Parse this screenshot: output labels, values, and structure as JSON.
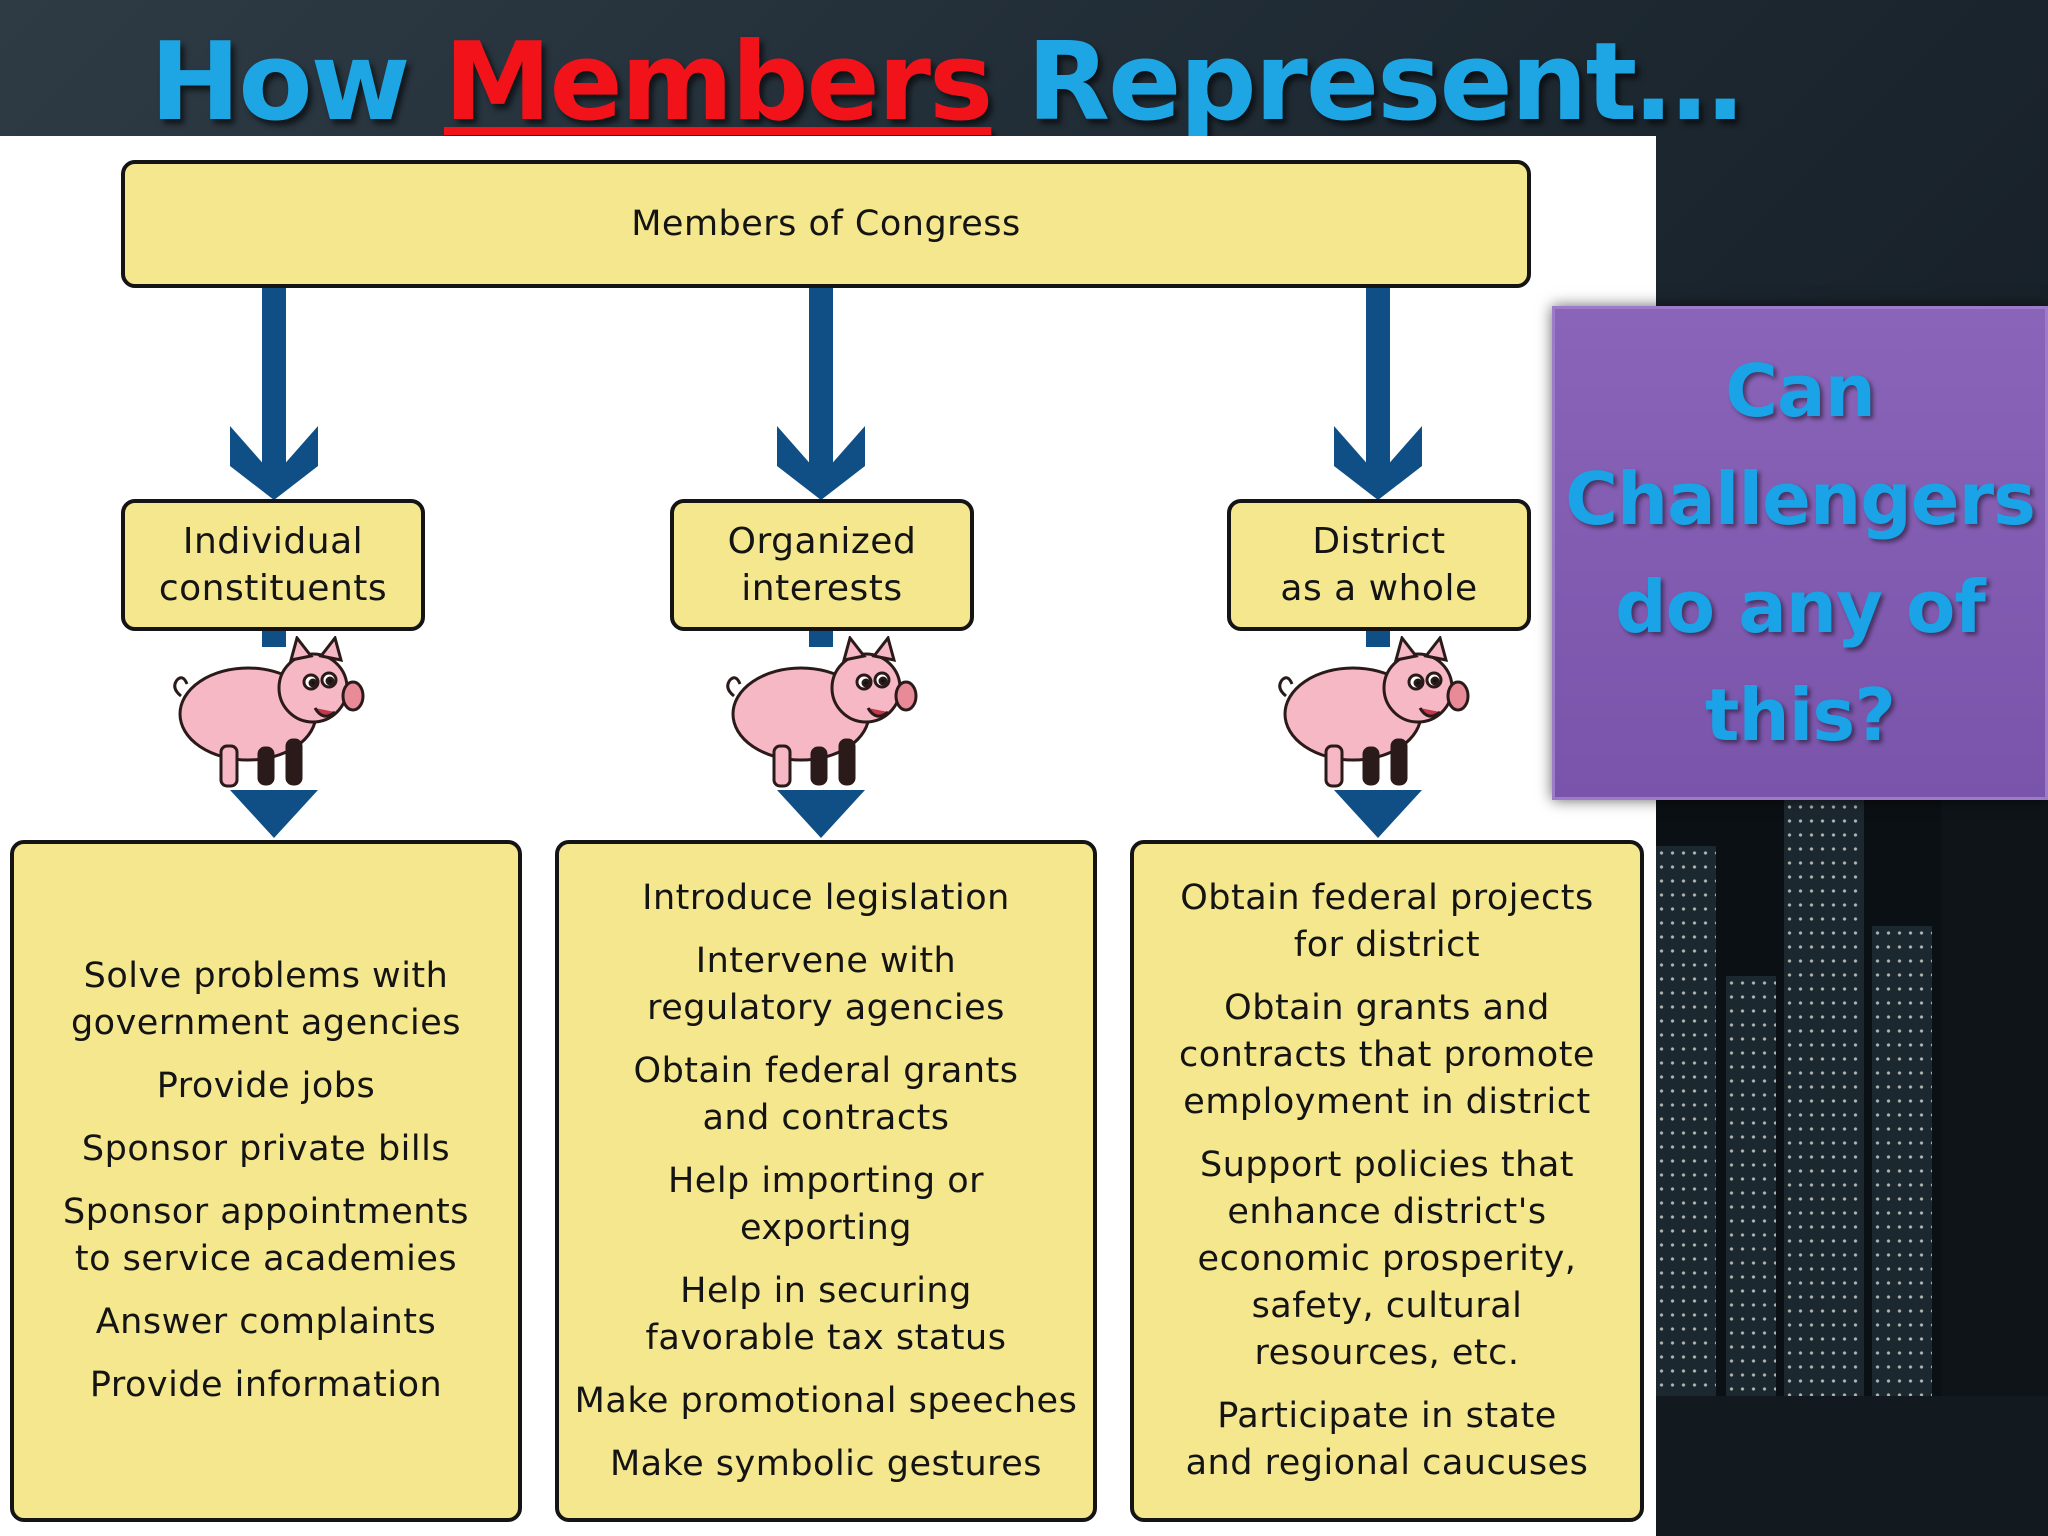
{
  "slide": {
    "title_before": "How ",
    "title_highlight": "Members",
    "title_after": " Represent…"
  },
  "diagram": {
    "top": "Members of Congress",
    "columns": [
      {
        "label": "Individual\nconstituents",
        "items": [
          "Solve problems with\ngovernment agencies",
          "Provide jobs",
          "Sponsor private bills",
          "Sponsor appointments\nto service academies",
          "Answer complaints",
          "Provide information"
        ]
      },
      {
        "label": "Organized\ninterests",
        "items": [
          "Introduce legislation",
          "Intervene with\nregulatory agencies",
          "Obtain federal grants\nand contracts",
          "Help importing or\nexporting",
          "Help in securing\nfavorable tax status",
          "Make promotional speeches",
          "Make symbolic gestures"
        ]
      },
      {
        "label": "District\nas a whole",
        "items": [
          "Obtain federal projects\nfor district",
          "Obtain grants and\ncontracts that promote\nemployment in district",
          "Support policies that\nenhance district's\neconomic prosperity,\nsafety, cultural\nresources, etc.",
          "Participate in state\nand regional caucuses"
        ]
      }
    ]
  },
  "callout": {
    "text": "Can\nChallengers\ndo any of\nthis?"
  },
  "colors": {
    "title_blue": "#1ea6e4",
    "title_red": "#f2121a",
    "box_fill": "#f4e78d",
    "arrow_blue": "#0f4f86",
    "callout_purple": "#7a54aa",
    "pig_pink": "#f6b8c4"
  },
  "icons": [
    "pig-icon",
    "arrow-down-icon"
  ]
}
